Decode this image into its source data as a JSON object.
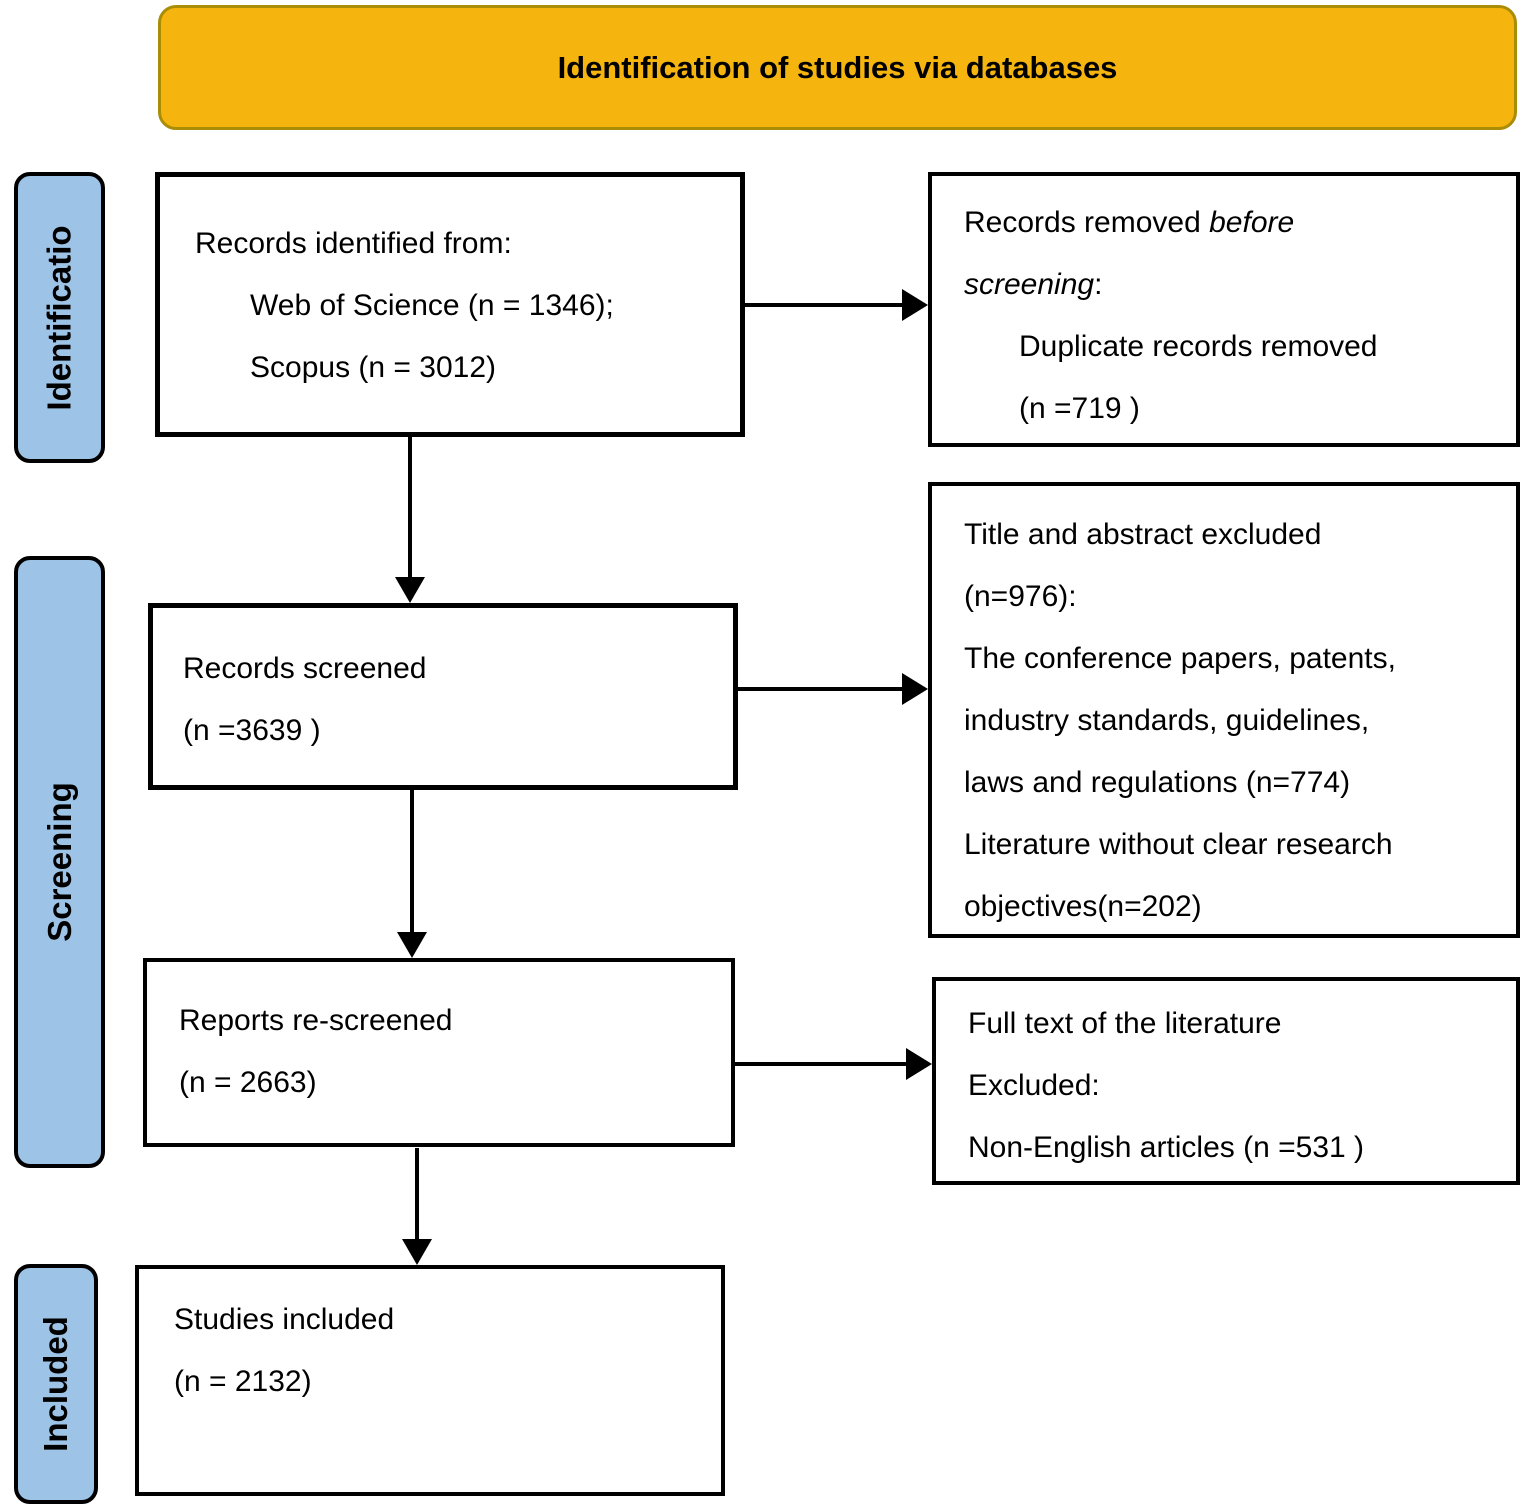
{
  "header": {
    "title": "Identification of studies via databases"
  },
  "stages": [
    {
      "label": "Identificatio"
    },
    {
      "label": "Screening"
    },
    {
      "label": "Included"
    }
  ],
  "boxes": {
    "identified": {
      "lines": [
        "Records identified from:",
        "Web of Science (n = 1346);",
        "Scopus (n = 3012)"
      ]
    },
    "removed": {
      "line1_regular": "Records removed ",
      "line1_italic": "before",
      "line2_italic": "screening",
      "line2_regular": ":",
      "lines_indented": [
        "Duplicate records removed",
        "(n =719 )"
      ]
    },
    "screened": {
      "lines": [
        "Records screened",
        "(n =3639 )"
      ]
    },
    "title_abstract_excluded": {
      "lines": [
        "Title and abstract excluded",
        "(n=976):",
        "The conference papers, patents,",
        "industry standards, guidelines,",
        "laws and regulations (n=774)",
        "Literature without clear research",
        "objectives(n=202)"
      ]
    },
    "rescreened": {
      "lines": [
        "Reports re-screened",
        "(n = 2663)"
      ]
    },
    "fulltext_excluded": {
      "lines": [
        "Full text of the literature",
        "Excluded:",
        "Non-English articles (n =531 )"
      ]
    },
    "included": {
      "lines": [
        "Studies included",
        "(n = 2132)"
      ]
    }
  },
  "colors": {
    "header_fill": "#F5B40E",
    "header_border": "#A98D07",
    "stage_fill": "#9DC3E6",
    "box_border": "#000000",
    "background": "#FFFFFF"
  }
}
